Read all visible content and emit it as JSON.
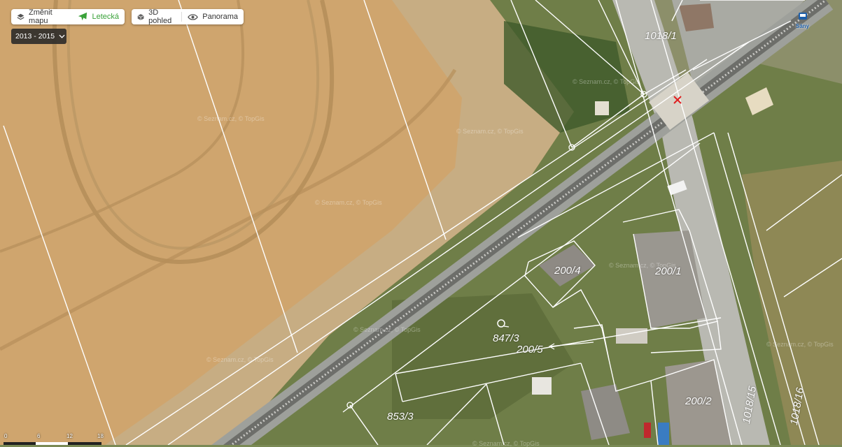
{
  "toolbar": {
    "change_map_label": "Změnit mapu",
    "aerial_label": "Letecká",
    "pohled3d_label": "3D pohled",
    "panorama_label": "Panorama"
  },
  "year_selector": {
    "value": "2013 - 2015"
  },
  "parcels": [
    "1018/1",
    "200/4",
    "200/1",
    "847/3",
    "200/5",
    "853/3",
    "200/2",
    "1018/15",
    "1018/16"
  ],
  "poi": {
    "label": "Sány"
  },
  "watermark": "© Seznam.cz, © TopGis",
  "scale": {
    "ticks": [
      "0",
      "6",
      "12",
      "18"
    ]
  },
  "colors": {
    "accent": "#3aa23a",
    "poi": "#1f5fa8"
  }
}
